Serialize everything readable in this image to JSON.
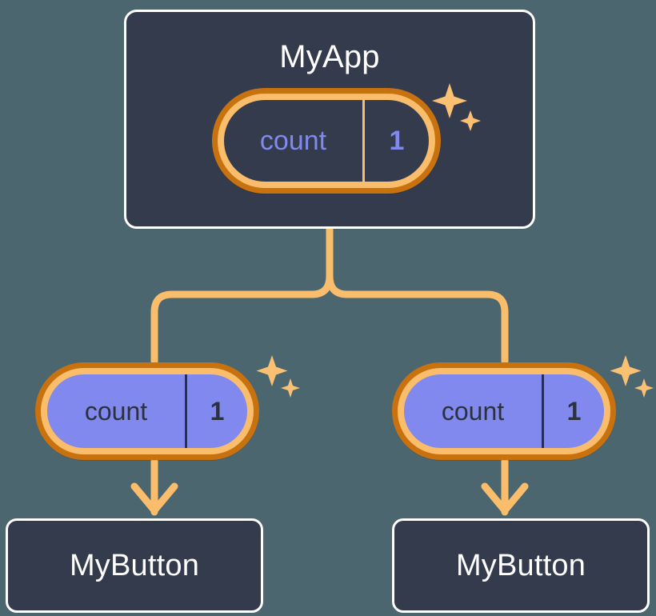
{
  "theme": {
    "background": "#4c6670",
    "card_fill": "#343b4c",
    "card_border": "#ffffff",
    "pill_outer_ring": "#c8710f",
    "pill_inner_ring": "#f9bd6b",
    "pill_child_fill": "#8189ee",
    "accent_purple": "#8189ee",
    "connector": "#f9bd6b",
    "text_light": "#ffffff",
    "text_dark": "#2b3140"
  },
  "diagram": {
    "type": "component-tree",
    "root": {
      "title": "MyApp",
      "state": {
        "key": "count",
        "value": "1"
      }
    },
    "children": [
      {
        "state": {
          "key": "count",
          "value": "1"
        },
        "label": "MyButton"
      },
      {
        "state": {
          "key": "count",
          "value": "1"
        },
        "label": "MyButton"
      }
    ],
    "decorations": {
      "sparkle_large": "sparkle-icon",
      "sparkle_small": "sparkle-icon"
    }
  }
}
